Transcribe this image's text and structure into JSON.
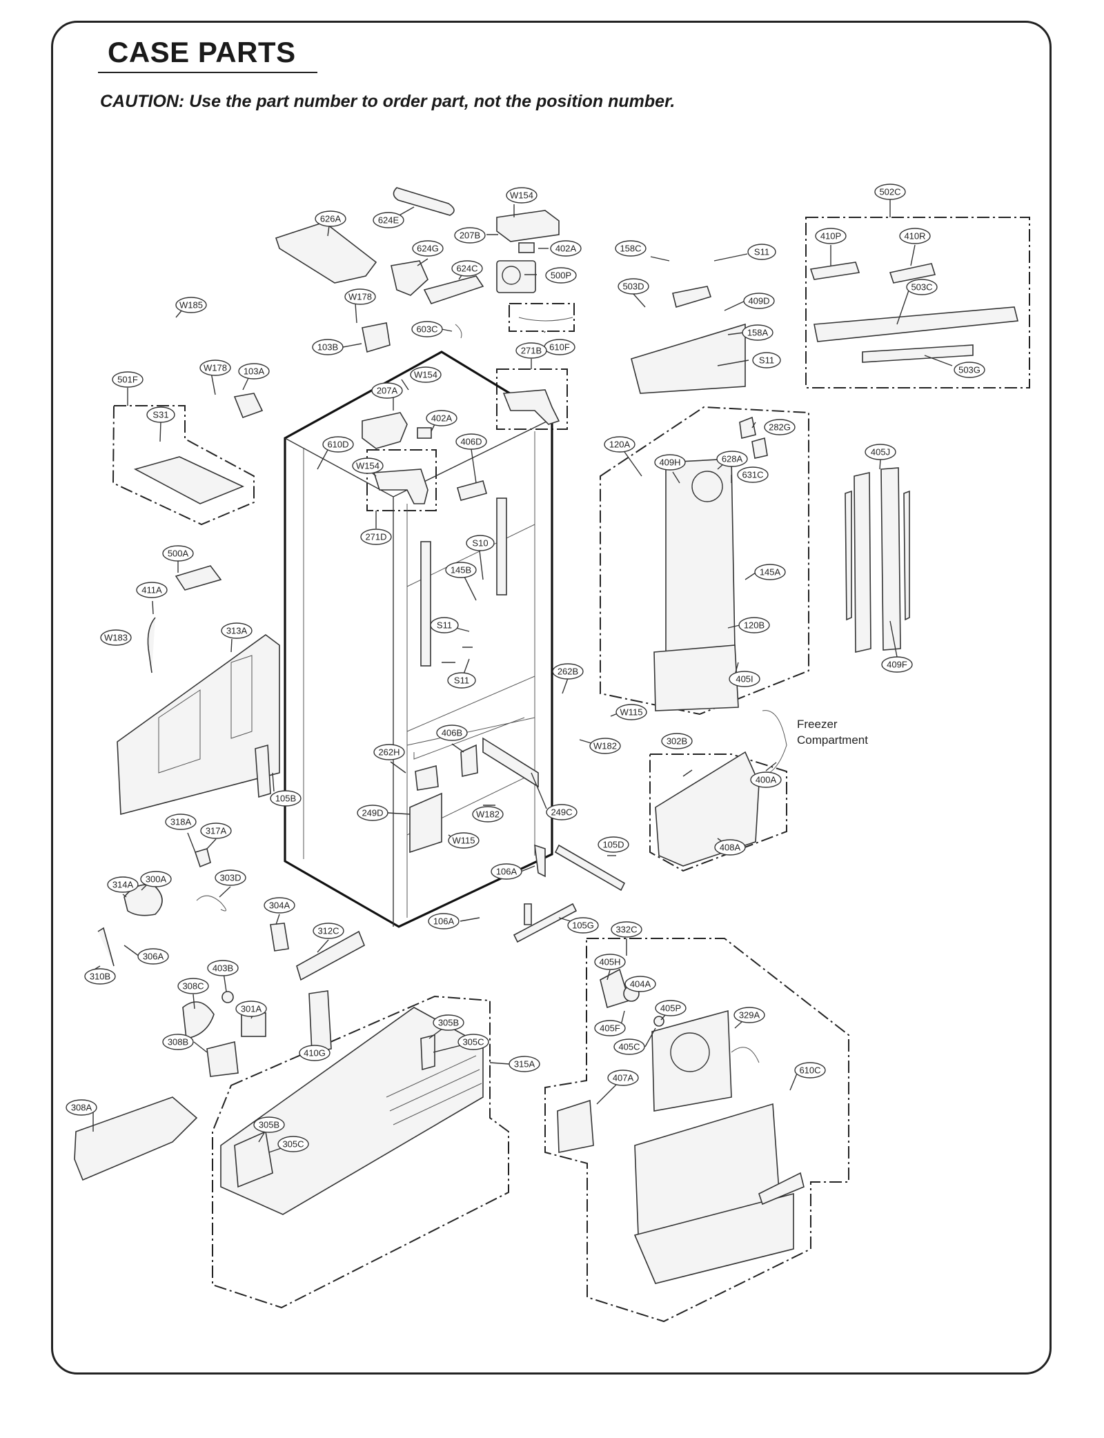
{
  "document": {
    "title": "CASE PARTS",
    "caution": "CAUTION: Use the part number to order part, not the position number."
  },
  "diagram": {
    "freezer_label_line1": "Freezer",
    "freezer_label_line2": "Compartment",
    "callouts": {
      "c626A": "626A",
      "c624E": "624E",
      "cW154a": "W154",
      "c207Ba": "207B",
      "c402Aa": "402A",
      "c624G": "624G",
      "c624C": "624C",
      "c500P": "500P",
      "cW178a": "W178",
      "c603C": "603C",
      "c103B": "103B",
      "c610F": "610F",
      "c271B": "271B",
      "cW185": "W185",
      "c501F": "501F",
      "cW178b": "W178",
      "c103A": "103A",
      "cS31": "S31",
      "cW154b": "W154",
      "c207A": "207A",
      "c402Ab": "402A",
      "c406D": "406D",
      "c610D": "610D",
      "cW154c": "W154",
      "c271D": "271D",
      "cS10": "S10",
      "c145B": "145B",
      "c500A": "500A",
      "c411A": "411A",
      "c313A": "313A",
      "cW183": "W183",
      "cS11a": "S11",
      "cS11b": "S11",
      "c158C": "158C",
      "cS11c": "S11",
      "c503D": "503D",
      "c409D": "409D",
      "c158A": "158A",
      "cS11d": "S11",
      "c502C": "502C",
      "c410P": "410P",
      "c410R": "410R",
      "c503C": "503C",
      "c503G": "503G",
      "c282G": "282G",
      "c120A": "120A",
      "c409H": "409H",
      "c628A": "628A",
      "c631C": "631C",
      "c145A": "145A",
      "c120B": "120B",
      "c405I": "405I",
      "c405J": "405J",
      "c409F": "409F",
      "c262B": "262B",
      "cW115a": "W115",
      "cW182a": "W182",
      "c406B": "406B",
      "c262H": "262H",
      "c105B": "105B",
      "c249D": "249D",
      "cW182b": "W182",
      "c249C": "249C",
      "cW115b": "W115",
      "c302B": "302B",
      "c400A": "400A",
      "c408A": "408A",
      "c318A": "318A",
      "c317A": "317A",
      "c105D": "105D",
      "c106Aa": "106A",
      "c314A": "314A",
      "c300A": "300A",
      "c303D": "303D",
      "c304A": "304A",
      "c106Ab": "106A",
      "c105G": "105G",
      "c332C": "332C",
      "c312C": "312C",
      "c306A": "306A",
      "c310B": "310B",
      "c405H": "405H",
      "c404A": "404A",
      "c308C": "308C",
      "c403B": "403B",
      "c405P": "405P",
      "c329A": "329A",
      "c301A": "301A",
      "c405F": "405F",
      "c405C": "405C",
      "c305Ba": "305B",
      "c305Ca": "305C",
      "c308B": "308B",
      "c410G": "410G",
      "c315A": "315A",
      "c610C": "610C",
      "c407A": "407A",
      "c308A": "308A",
      "c305Bb": "305B",
      "c305Cb": "305C"
    }
  }
}
